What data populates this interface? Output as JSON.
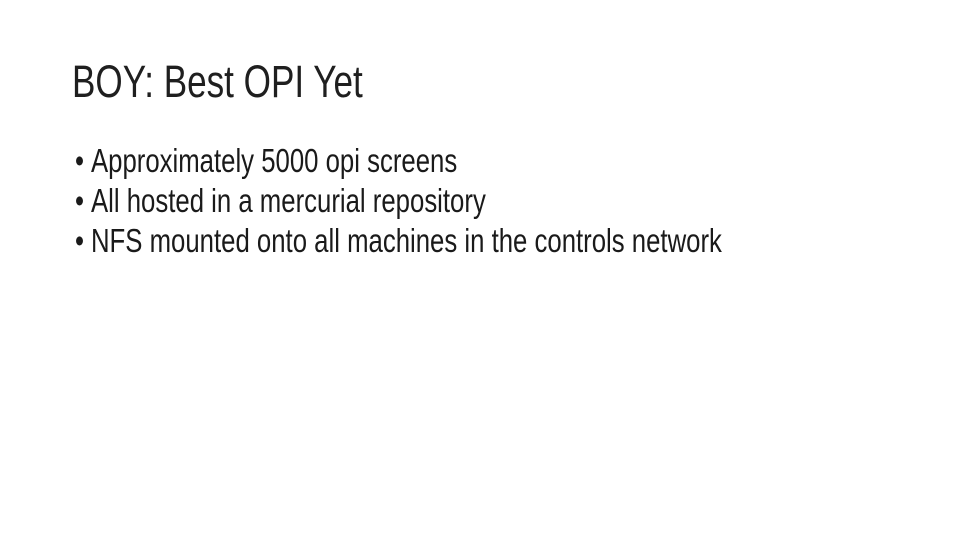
{
  "slide": {
    "title": "BOY: Best OPI Yet",
    "bullets": [
      "Approximately 5000 opi screens",
      "All hosted in a mercurial repository",
      "NFS mounted onto all machines in the controls network"
    ],
    "background_color": "#ffffff",
    "title_color": "#1f1f1f",
    "body_color": "#1a1a1a"
  }
}
